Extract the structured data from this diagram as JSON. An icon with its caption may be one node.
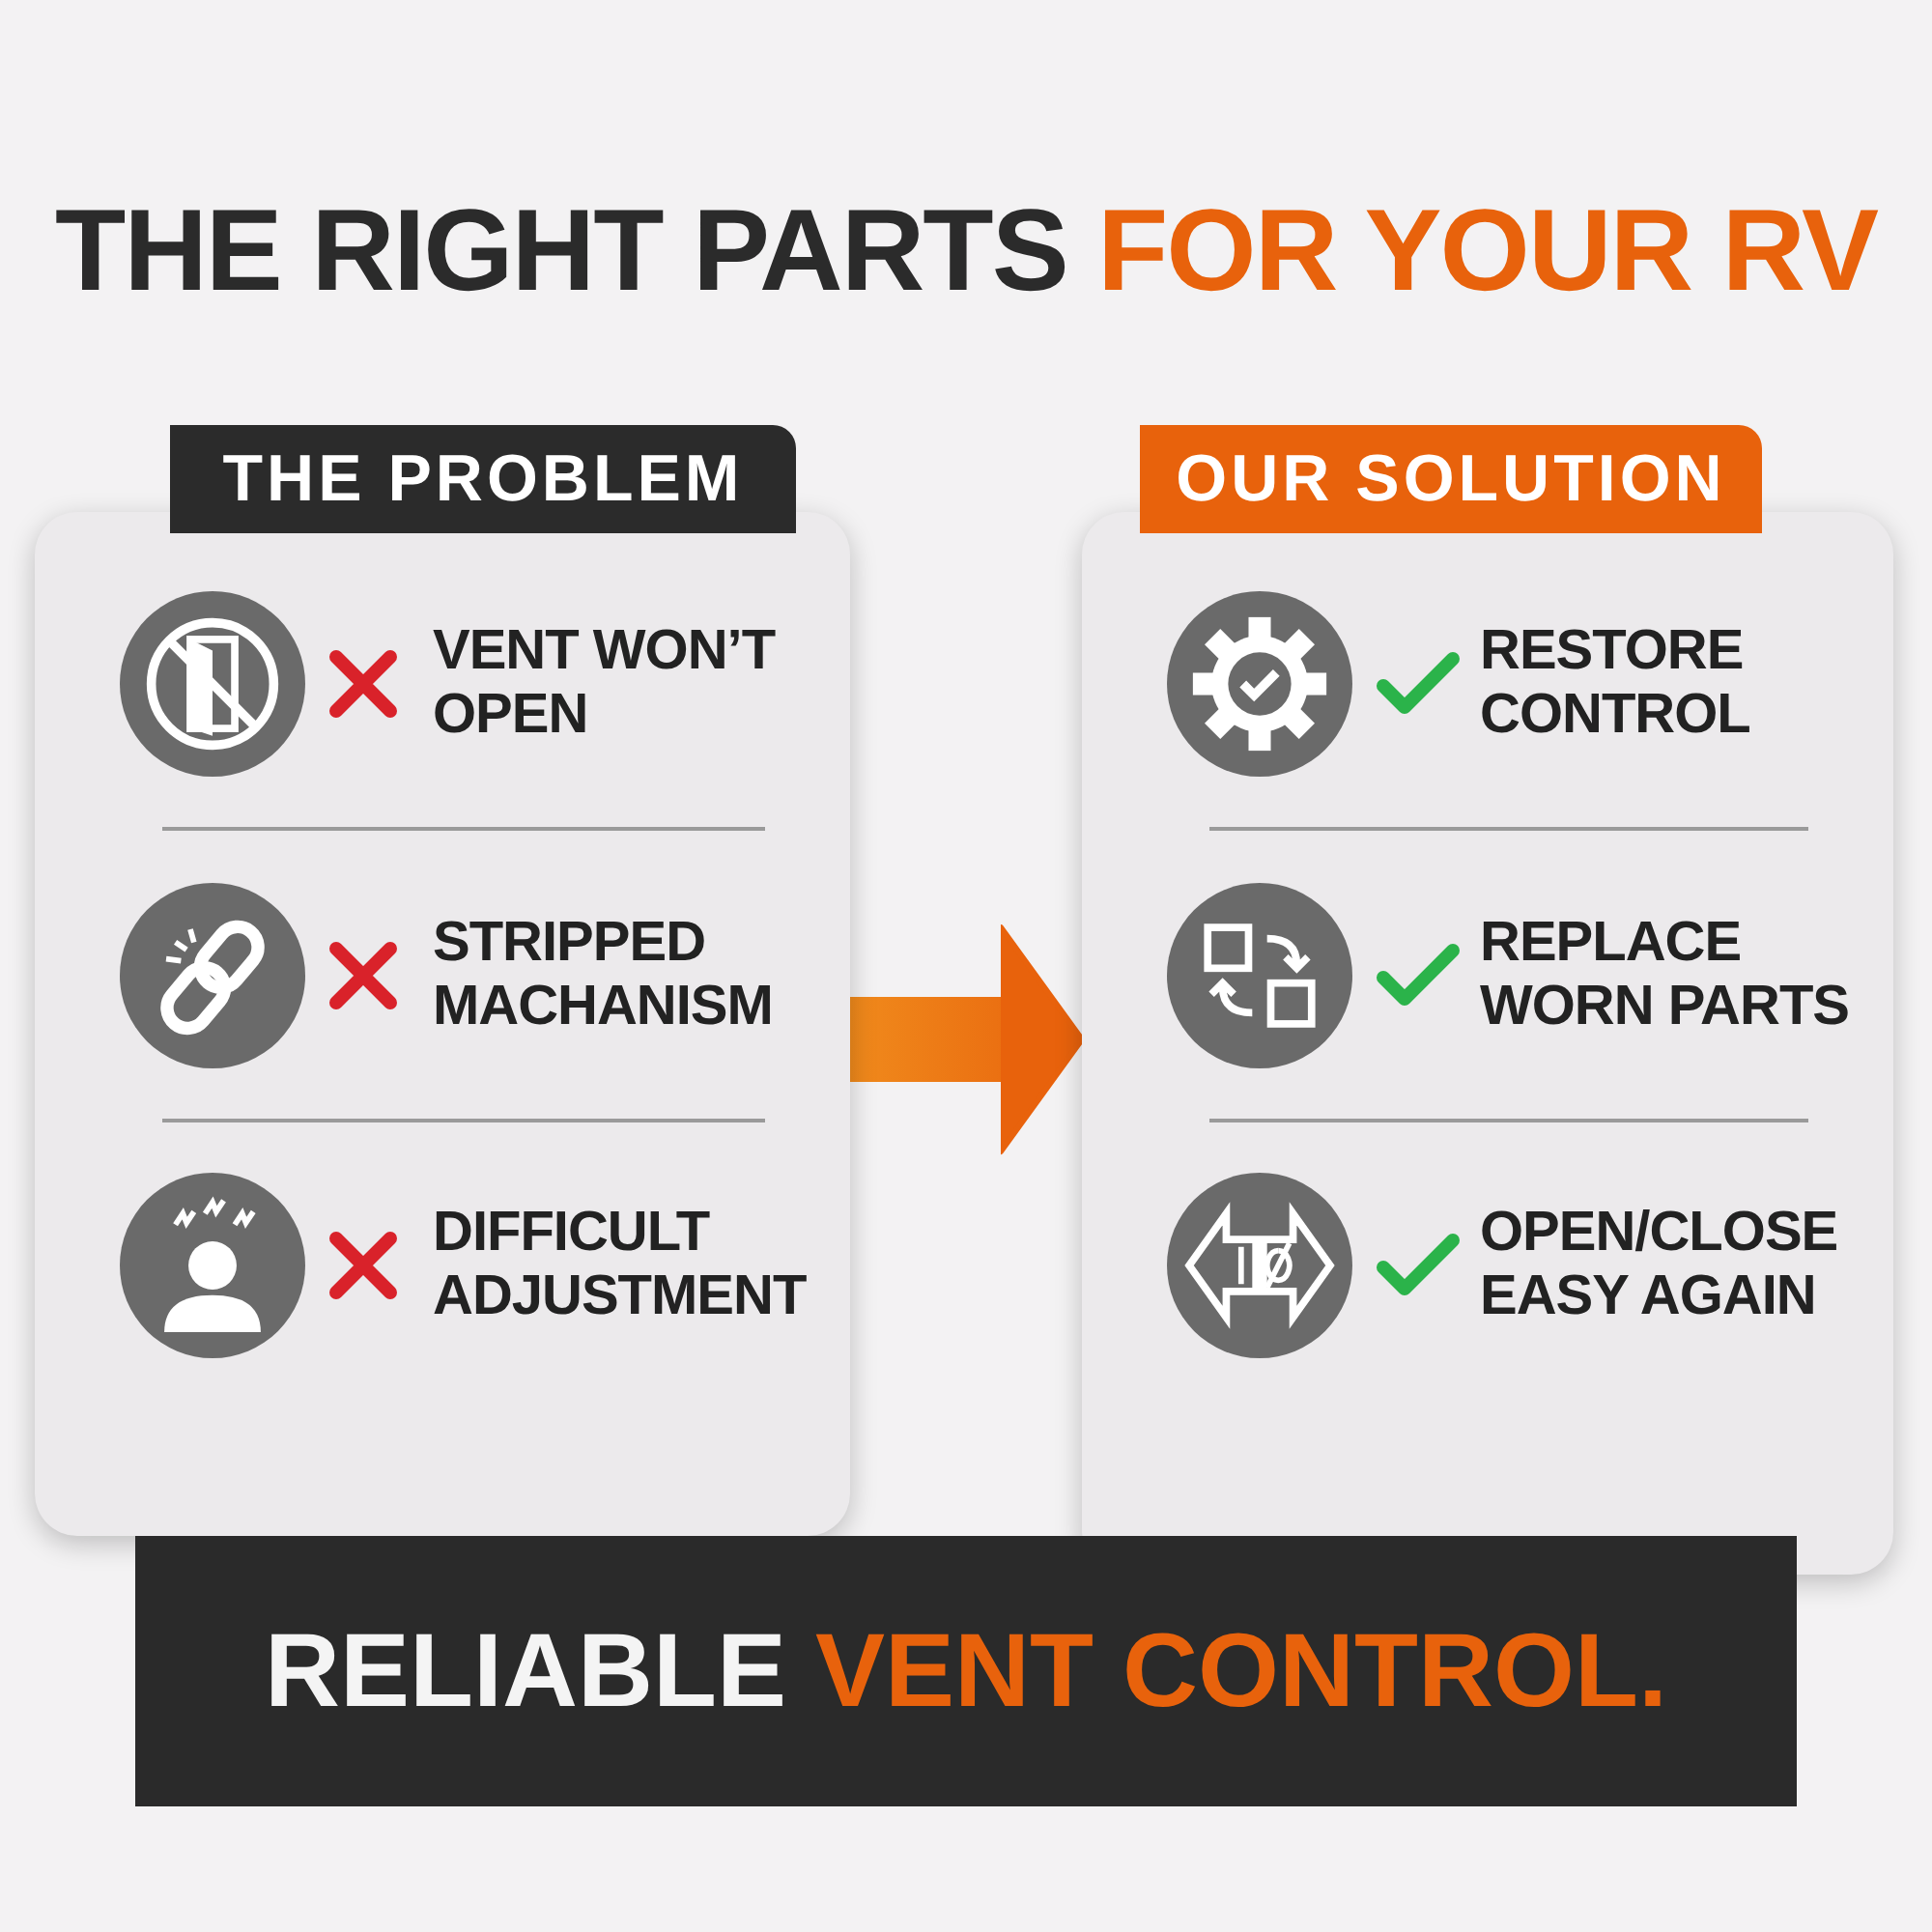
{
  "diagram": {
    "title": "THE RIGHT PARTS **FOR YOUR RV**",
    "caption": "RELIABLE **VENT CONTROL.**",
    "nodes": [
      {
        "text": [
          "THE PROBLEM",
          "VENT WON’T OPEN",
          "STRIPPED MACHANISM",
          "DIFFICULT ADJUSTMENT"
        ]
      },
      {
        "text": [
          "OUR SOLUTION",
          "RESTORE CONTROL",
          "REPLACE WORN PARTS",
          "OPEN/CLOSE EASY AGAIN"
        ]
      }
    ],
    "edges": [
      {
        "from": 0,
        "to": 1,
        "arrow": "to"
      }
    ]
  }
}
